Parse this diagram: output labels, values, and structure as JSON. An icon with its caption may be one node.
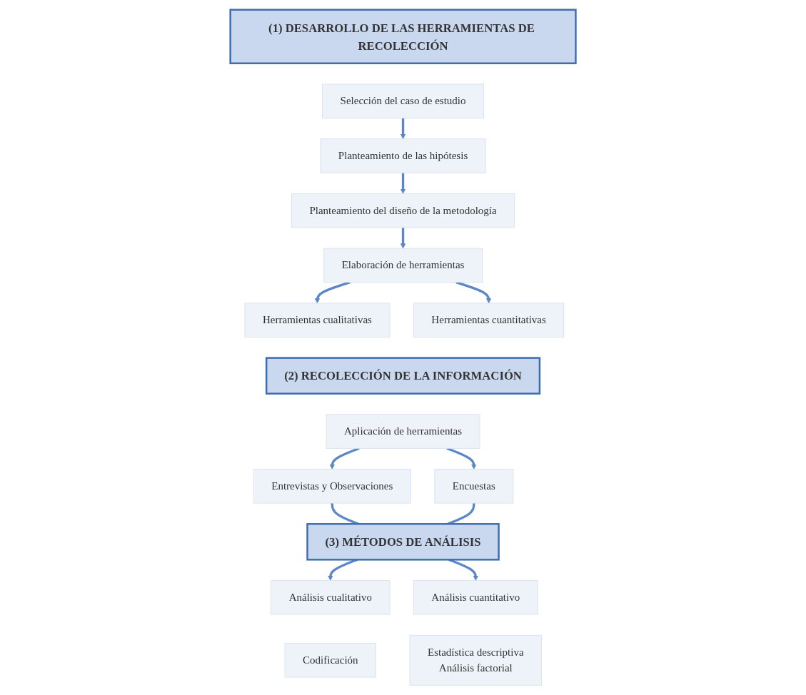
{
  "diagram": {
    "nodes": [
      {
        "text": [
          "(1) DESARROLLO DE LAS HERRAMIENTAS DE RECOLECCIÓN"
        ]
      },
      {
        "text": [
          "Selección del caso de estudio"
        ]
      },
      {
        "text": [
          "Planteamiento de las hipótesis"
        ]
      },
      {
        "text": [
          "Planteamiento del diseño de la metodología"
        ]
      },
      {
        "text": [
          "Elaboración de herramientas"
        ]
      },
      {
        "text": [
          "Herramientas cualitativas"
        ]
      },
      {
        "text": [
          "Herramientas cuantitativas"
        ]
      },
      {
        "text": [
          "(2) RECOLECCIÓN DE LA INFORMACIÓN"
        ]
      },
      {
        "text": [
          "Aplicación de herramientas"
        ]
      },
      {
        "text": [
          "Entrevistas y Observaciones"
        ]
      },
      {
        "text": [
          "Encuestas"
        ]
      },
      {
        "text": [
          "(3) MÉTODOS DE ANÁLISIS"
        ]
      },
      {
        "text": [
          "Análisis cualitativo"
        ]
      },
      {
        "text": [
          "Análisis cuantitativo"
        ]
      },
      {
        "text": [
          "Codificación"
        ]
      },
      {
        "text": [
          "Estadística descriptiva",
          "Análisis factorial"
        ]
      }
    ],
    "edges": [
      {
        "from": 1,
        "to": 2,
        "arrow": "to"
      },
      {
        "from": 2,
        "to": 3,
        "arrow": "to"
      },
      {
        "from": 3,
        "to": 4,
        "arrow": "to"
      },
      {
        "from": 4,
        "to": 5,
        "arrow": "to"
      },
      {
        "from": 4,
        "to": 6,
        "arrow": "to"
      },
      {
        "from": 8,
        "to": 9,
        "arrow": "to"
      },
      {
        "from": 8,
        "to": 10,
        "arrow": "to"
      },
      {
        "from": 9,
        "to": 11,
        "arrow": "none"
      },
      {
        "from": 10,
        "to": 11,
        "arrow": "none"
      },
      {
        "from": 11,
        "to": 12,
        "arrow": "to"
      },
      {
        "from": 11,
        "to": 13,
        "arrow": "to"
      }
    ]
  }
}
